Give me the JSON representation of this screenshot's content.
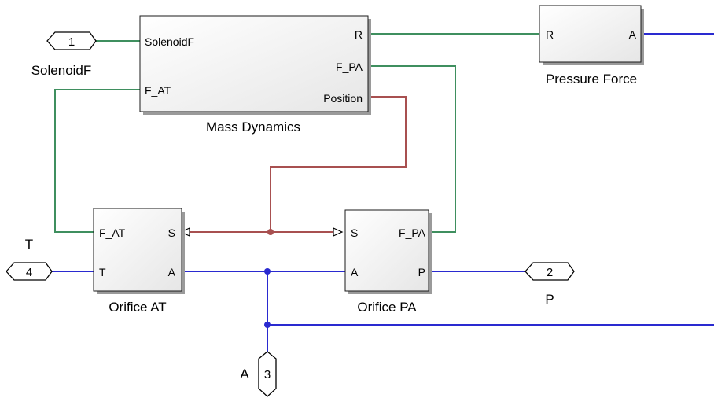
{
  "blocks": {
    "mass_dynamics": {
      "name": "Mass Dynamics",
      "ports": {
        "solenoidf": "SolenoidF",
        "f_at": "F_AT",
        "r": "R",
        "f_pa": "F_PA",
        "position": "Position"
      }
    },
    "pressure_force": {
      "name": "Pressure Force",
      "ports": {
        "r": "R",
        "a": "A"
      }
    },
    "orifice_at": {
      "name": "Orifice AT",
      "ports": {
        "f_at": "F_AT",
        "s": "S",
        "t": "T",
        "a": "A"
      }
    },
    "orifice_pa": {
      "name": "Orifice PA",
      "ports": {
        "s": "S",
        "f_pa": "F_PA",
        "a": "A",
        "p": "P"
      }
    }
  },
  "io_ports": {
    "solenoidf": {
      "number": "1",
      "label": "SolenoidF"
    },
    "p": {
      "number": "2",
      "label": "P"
    },
    "a": {
      "number": "3",
      "label": "A"
    },
    "t": {
      "number": "4",
      "label": "T"
    }
  },
  "colors": {
    "mechanical_signal": "#3f8f5f",
    "hydraulic_line": "#2a2ad0",
    "position_signal": "#a85050"
  }
}
